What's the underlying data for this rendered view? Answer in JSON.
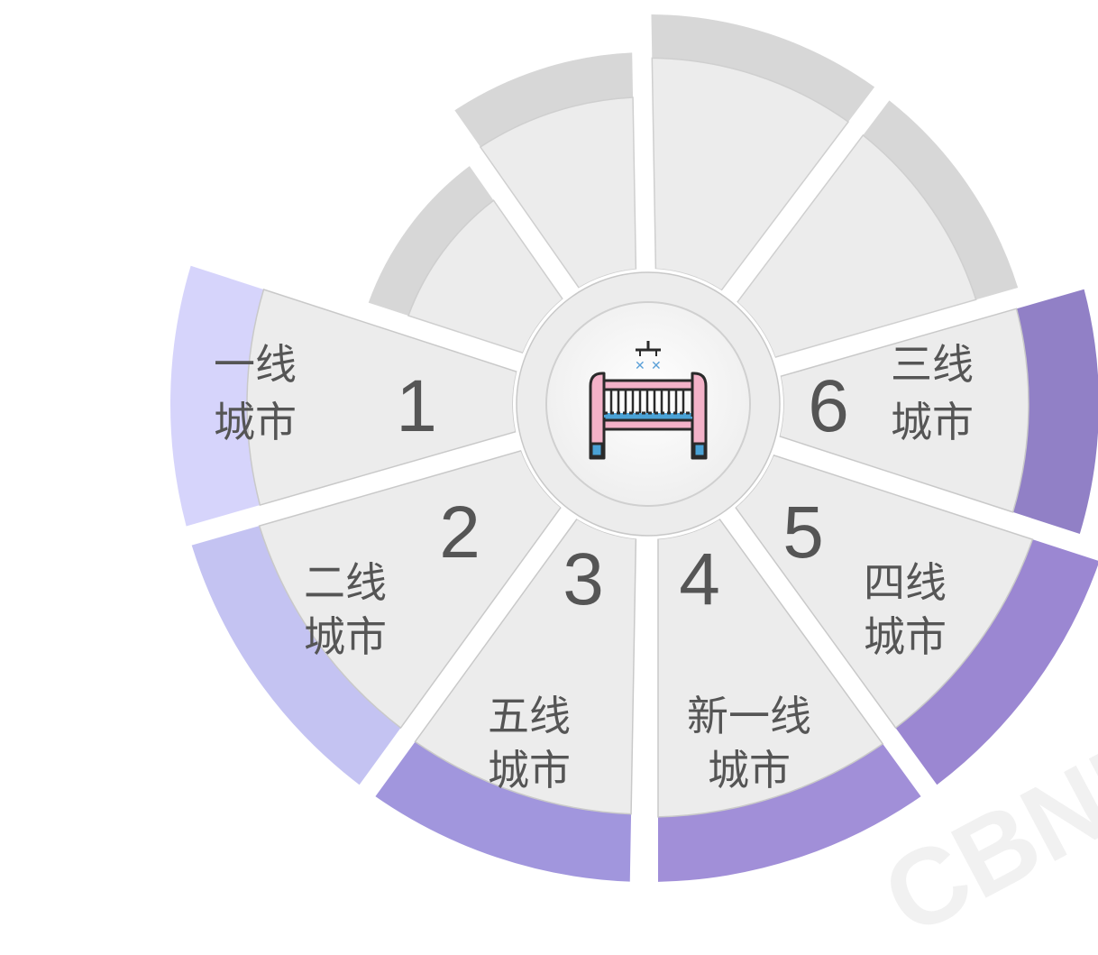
{
  "diagram": {
    "center_icon": "baby-crib-icon",
    "segments": [
      {
        "number": "1",
        "line1": "一线",
        "line2": "城市",
        "ring_color": "#d6d4fb"
      },
      {
        "number": "2",
        "line1": "二线",
        "line2": "城市",
        "ring_color": "#c4c3f2"
      },
      {
        "number": "3",
        "line1": "五线",
        "line2": "城市",
        "ring_color": "#a196dd"
      },
      {
        "number": "4",
        "line1": "新一线",
        "line2": "城市",
        "ring_color": "#a18fd8"
      },
      {
        "number": "5",
        "line1": "四线",
        "line2": "城市",
        "ring_color": "#9b87d2"
      },
      {
        "number": "6",
        "line1": "三线",
        "line2": "城市",
        "ring_color": "#9180c6"
      }
    ],
    "inactive_ring_color": "#d7d7d7",
    "inactive_inner_color": "#ececec",
    "active_inner_color": "#ececec"
  },
  "watermark": "CBNDATA"
}
